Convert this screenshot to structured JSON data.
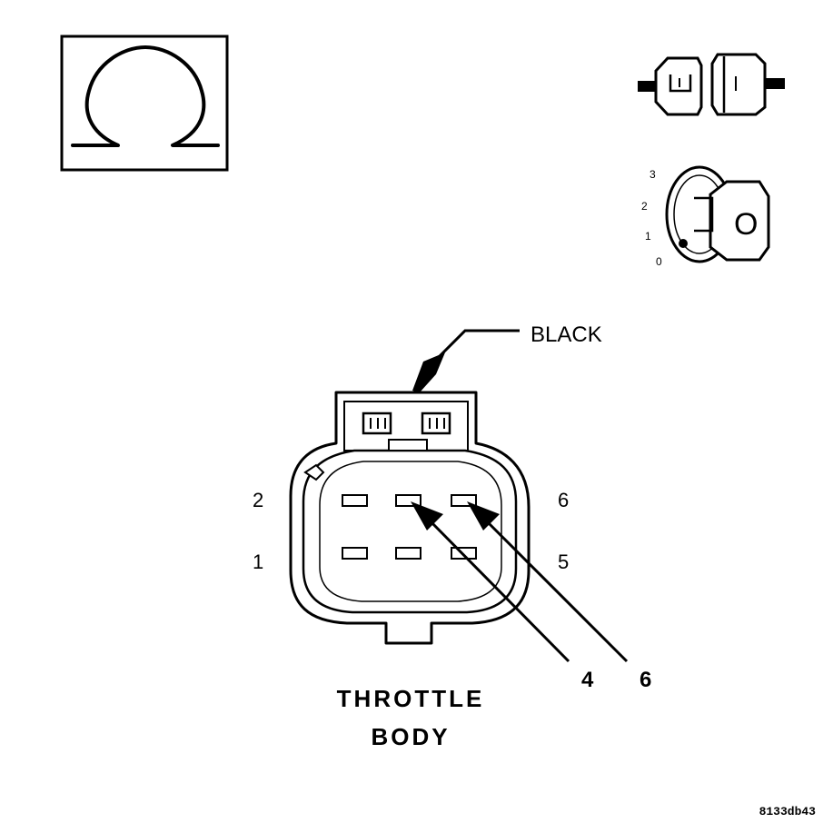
{
  "callout": {
    "housing_color_label": "BLACK"
  },
  "pin_numbers": {
    "top_left": "2",
    "bottom_left": "1",
    "top_right": "6",
    "bottom_right": "5"
  },
  "probe_pins": [
    "4",
    "6"
  ],
  "component": {
    "line1": "THROTTLE",
    "line2": "BODY"
  },
  "ignition_positions": [
    "3",
    "2",
    "1",
    "0"
  ],
  "key_label": "O",
  "figure_id": "8133db43",
  "icons": {
    "meter": "ohmmeter-omega-icon",
    "connector": "disconnect-connector-icon",
    "ignition": "ignition-key-off-icon"
  }
}
